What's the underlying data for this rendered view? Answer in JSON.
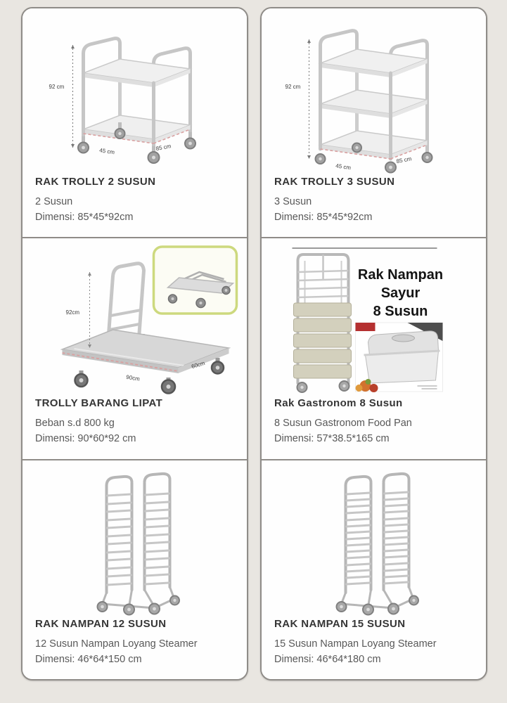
{
  "page": {
    "background_color": "#e9e6e1",
    "card_background": "#fefefe",
    "card_border_color": "#8f8c88",
    "dimension_line_color": "#d9a0a0"
  },
  "products": [
    {
      "title": "RAK TROLLY 2 SUSUN",
      "line1": "2 Susun",
      "line2": "Dimensi: 85*45*92cm",
      "illustration": "2-tier-stainless-trolley",
      "dims": {
        "height": "92 cm",
        "depth": "45 cm",
        "width": "85 cm"
      }
    },
    {
      "title": "RAK TROLLY 3 SUSUN",
      "line1": "3 Susun",
      "line2": "Dimensi: 85*45*92cm",
      "illustration": "3-tier-stainless-trolley",
      "dims": {
        "height": "92 cm",
        "depth": "45 cm",
        "width": "85 cm"
      }
    },
    {
      "title": "TROLLY BARANG LIPAT",
      "line1": "Beban s.d 800 kg",
      "line2": "Dimensi: 90*60*92 cm",
      "illustration": "folding-platform-trolley-with-folded-inset",
      "dims": {
        "height": "92cm",
        "width": "90cm",
        "depth": "60cm"
      }
    },
    {
      "title": "Rak Gastronom 8 Susun",
      "line1": "8 Susun Gastronom Food Pan",
      "line2": "Dimensi: 57*38.5*165 cm",
      "illustration": "gastronorm-bin-rack-with-food-pan-inset",
      "image_text": {
        "l1": "Rak Nampan",
        "l2": "Sayur",
        "l3": "8 Susun"
      }
    },
    {
      "title": "RAK NAMPAN 12 SUSUN",
      "line1": "12 Susun Nampan Loyang Steamer",
      "line2": "Dimensi: 46*64*150 cm",
      "illustration": "12-tier-tray-rack-trolley"
    },
    {
      "title": "RAK NAMPAN 15 SUSUN",
      "line1": "15 Susun Nampan Loyang Steamer",
      "line2": "Dimensi: 46*64*180 cm",
      "illustration": "15-tier-tray-rack-trolley"
    }
  ]
}
